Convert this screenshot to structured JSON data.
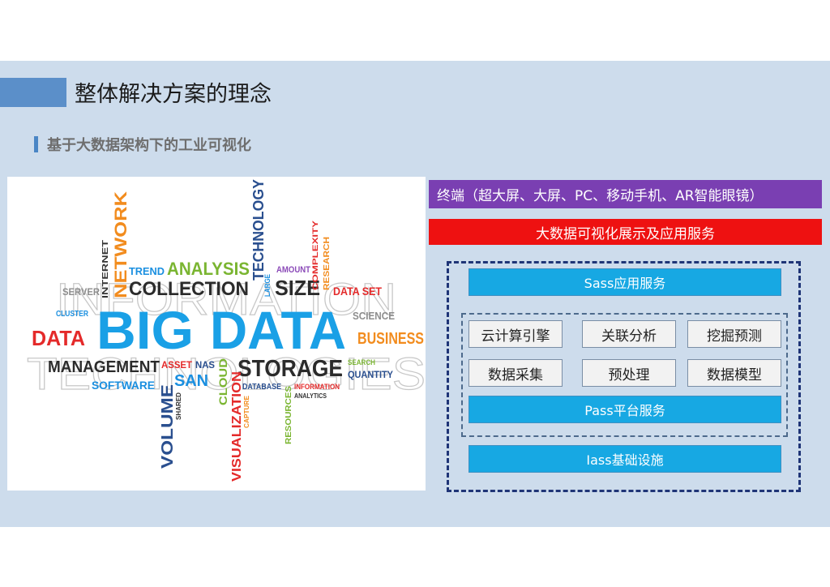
{
  "slide": {
    "title": "整体解决方案的理念",
    "subtitle": "基于大数据架构下的工业可视化"
  },
  "word_cloud": {
    "background_words": [
      "INFORMATION",
      "TECHNOLOGIES"
    ],
    "words": {
      "big": "BIG",
      "data_big": "DATA",
      "data": "DATA",
      "network": "NETWORK",
      "internet": "INTERNET",
      "trend": "TREND",
      "analysis": "ANALYSIS",
      "collection": "COLLECTION",
      "large": "LARGE",
      "technology": "TECHNOLOGY",
      "amount": "AMOUNT",
      "size": "SIZE",
      "complexity": "COMPLEXITY",
      "research": "RESEARCH",
      "data_set": "DATA SET",
      "server": "SERVER",
      "cluster": "CLUSTER",
      "science": "SCIENCE",
      "business": "BUSINESS",
      "management": "MANAGEMENT",
      "asset": "ASSET",
      "nas": "NAS",
      "cloud": "CLOUD",
      "storage": "STORAGE",
      "search": "SEARCH",
      "quantity": "QUANTITY",
      "software": "SOFTWARE",
      "san": "SAN",
      "database": "DATABASE",
      "information": "INFORMATION",
      "analytics": "ANALYTICS",
      "volume": "VOLUME",
      "shared": "SHARED",
      "visualization": "VISUALIZATION",
      "capture": "CAPTURE",
      "resources": "RESOURCES"
    }
  },
  "architecture": {
    "terminal": "终端（超大屏、大屏、PC、移动手机、AR智能眼镜）",
    "bigdata_service": "大数据可视化展示及应用服务",
    "saas": "Sass应用服务",
    "modules": [
      "云计算引擎",
      "关联分析",
      "挖掘预测",
      "数据采集",
      "预处理",
      "数据模型"
    ],
    "paas": "Pass平台服务",
    "iaas": "Iass基础设施"
  },
  "colors": {
    "slide_bg": "#cddcec",
    "terminal_bar": "#7a3fb2",
    "bigdata_bar": "#ee1111",
    "service_bar": "#17a8e3",
    "dash_outer": "#1f3577"
  }
}
